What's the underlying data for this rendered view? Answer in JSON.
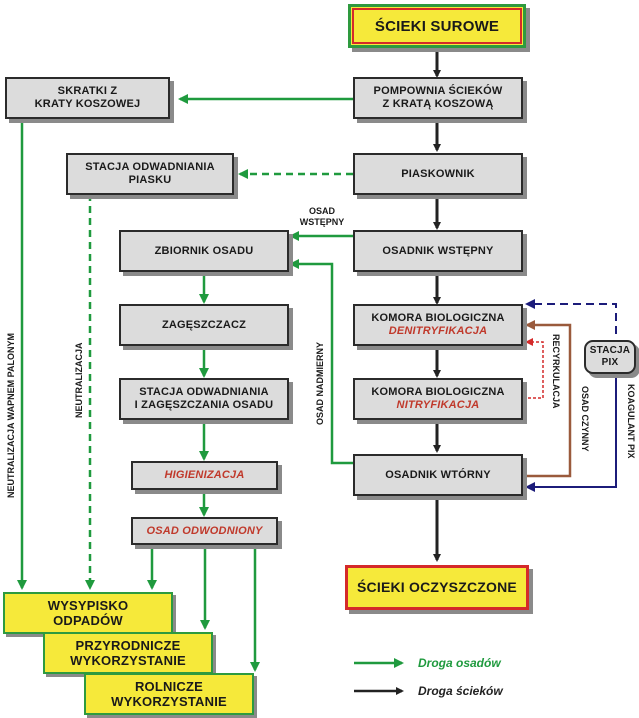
{
  "boxes": {
    "raw_sewage": "ŚCIEKI SUROWE",
    "screenings": "SKRATKI Z\nKRATY KOSZOWEJ",
    "pump_station": "POMPOWNIA ŚCIEKÓW\nZ KRATĄ KOSZOWĄ",
    "sand_dewatering": "STACJA ODWADNIANIA\nPIASKU",
    "grit_chamber": "PIASKOWNIK",
    "sludge_tank": "ZBIORNIK OSADU",
    "primary_settler": "OSADNIK WSTĘPNY",
    "bio_chamber_1": "KOMORA BIOLOGICZNA",
    "denitrification": "DENITRYFIKACJA",
    "thickener": "ZAGĘSZCZACZ",
    "bio_chamber_2": "KOMORA BIOLOGICZNA",
    "nitrification": "NITRYFIKACJA",
    "dewatering_station": "STACJA ODWADNIANIA\nI ZAGĘSZCZANIA OSADU",
    "hygienization": "HIGIENIZACJA",
    "secondary_settler": "OSADNIK WTÓRNY",
    "dewatered_sludge": "OSAD ODWODNIONY",
    "treated_sewage": "ŚCIEKI OCZYSZCZONE",
    "pix_station": "STACJA\nPIX",
    "landfill": "WYSYPISKO\nODPADÓW",
    "natural_use": "PRZYRODNICZE\nWYKORZYSTANIE",
    "agricultural_use": "ROLNICZE\nWYKORZYSTANIE"
  },
  "labels": {
    "primary_sludge": "OSAD\nWSTĘPNY",
    "excess_sludge": "OSAD NADMIERNY",
    "recirculation": "RECYRKULACJA",
    "activated_sludge": "OSAD CZYNNY",
    "coagulant": "KOAGULANT PIX",
    "lime_neutralization": "NEUTRALIZACJA WAPNEM PALONYM",
    "neutralization": "NEUTRALIZACJA"
  },
  "legend": {
    "sludge_path": "Droga osadów",
    "sewage_path": "Droga ścieków"
  },
  "colors": {
    "sludge": "#1f9a3e",
    "sewage": "#222222",
    "recirc": "#d42a2a",
    "activated": "#9a5a3c",
    "pix": "#1c1c7a"
  }
}
